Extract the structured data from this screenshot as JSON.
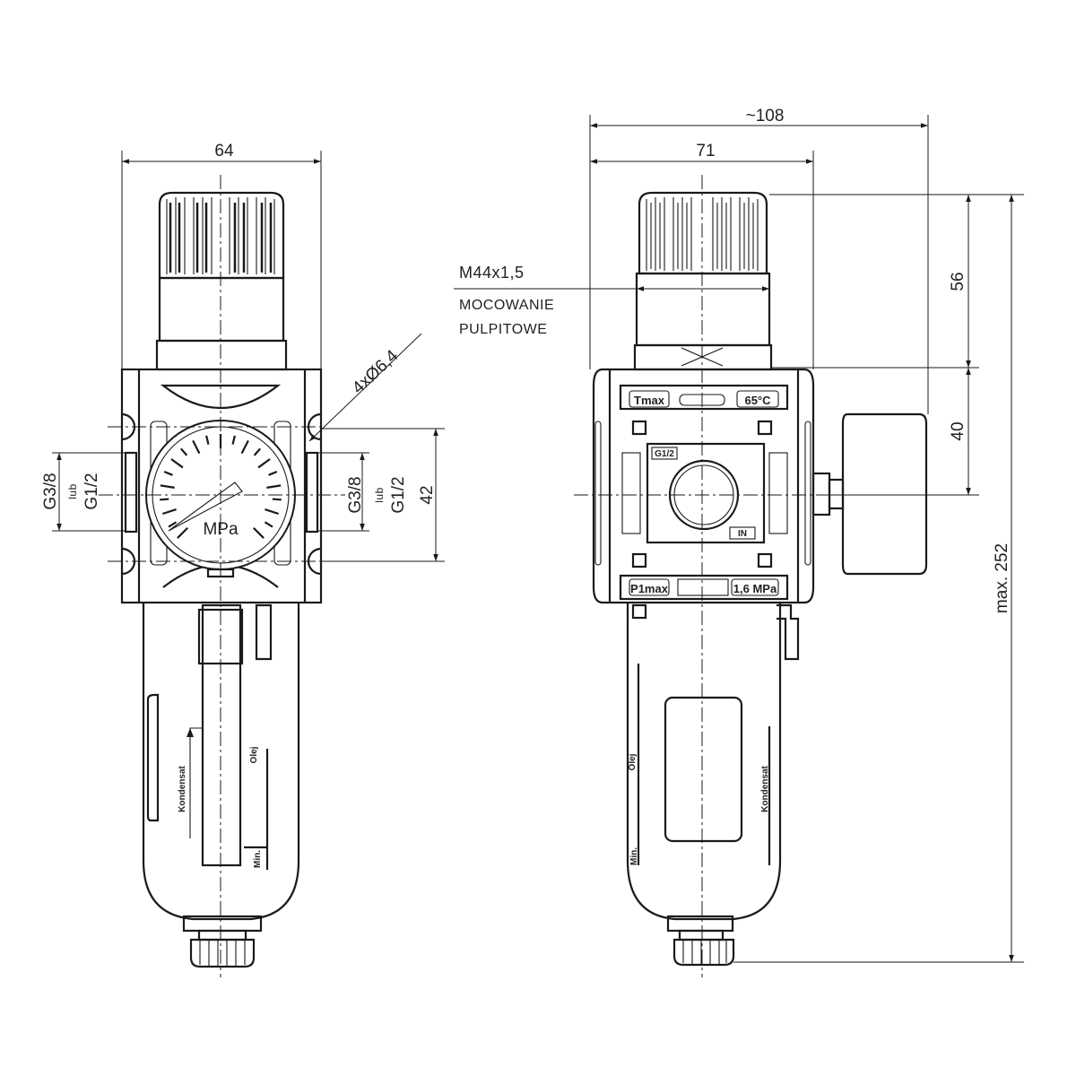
{
  "title": "Filtroreduktor - rysunek wymiarowy",
  "left_view": {
    "width_dim": "64",
    "hole_dim": "4xØ6,4",
    "port_left": {
      "a": "G3/8",
      "or": "lub",
      "b": "G1/2"
    },
    "port_right": {
      "a": "G3/8",
      "or": "lub",
      "b": "G1/2"
    },
    "port_spacing_dim": "42",
    "gauge_unit": "MPa",
    "bowl_label_condensate": "Kondensat",
    "bowl_label_oil": "Olej",
    "bowl_label_min": "Min."
  },
  "right_view": {
    "overall_width_dim": "~108",
    "width_dim": "71",
    "thread_label": "M44x1,5",
    "mount_label_1": "MOCOWANIE",
    "mount_label_2": "PULPITOWE",
    "knob_height_dim": "56",
    "axis_height_dim": "40",
    "max_height_dim": "max. 252",
    "tmax_label": "Tmax",
    "tmax_value": "65°C",
    "pmax_label": "P1max",
    "pmax_value": "1,6 MPa",
    "port_label": "G1/2",
    "in_label": "IN",
    "bowl_label_condensate": "Kondensat",
    "bowl_label_oil": "Olej",
    "bowl_label_min": "Min."
  }
}
